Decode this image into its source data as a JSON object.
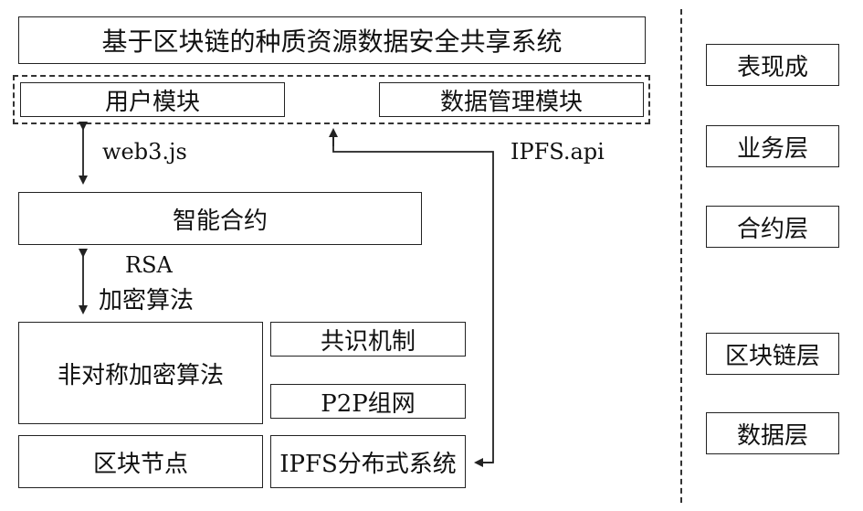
{
  "title": "基于区块链的种质资源数据安全共享系统",
  "modules": {
    "user_module": "用户模块",
    "data_module": "数据管理模块"
  },
  "links": {
    "web3": "web3.js",
    "ipfs_api": "IPFS.api",
    "rsa": "RSA",
    "rsa_algo": "加密算法"
  },
  "contract": "智能合约",
  "crypto": "非对称加密算法",
  "consensus": "共识机制",
  "p2p": "P2P组网",
  "block_node": "区块节点",
  "ipfs_system": "IPFS分布式系统",
  "layers": [
    "表现成",
    "业务层",
    "合约层",
    "区块链层",
    "数据层"
  ]
}
